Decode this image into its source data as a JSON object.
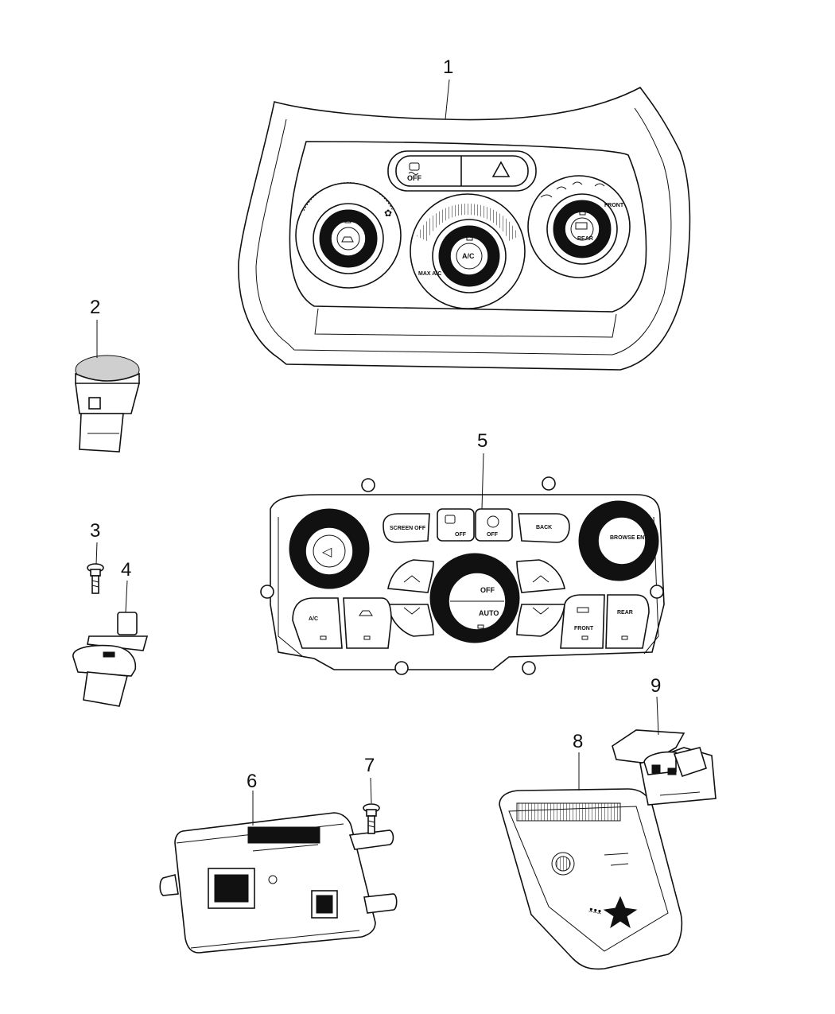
{
  "callouts": {
    "c1": "1",
    "c2": "2",
    "c3": "3",
    "c4": "4",
    "c5": "5",
    "c6": "6",
    "c7": "7",
    "c8": "8",
    "c9": "9"
  },
  "part1_labels": {
    "off": "OFF",
    "ac": "A/C",
    "max_ac": "MAX A/C",
    "front": "FRONT",
    "rear": "REAR"
  },
  "part5_labels": {
    "screen_off": "SCREEN OFF",
    "off_left": "OFF",
    "off_right": "OFF",
    "back": "BACK",
    "browse_enter": "BROWSE ENTER",
    "ac": "A/C",
    "off_center": "OFF",
    "auto": "AUTO",
    "front": "FRONT",
    "rear": "REAR"
  },
  "icons": {
    "hazard": "hazard-triangle-icon",
    "traction": "traction-control-icon",
    "fan": "fan-icon",
    "recirc": "recirculation-icon",
    "defrost": "defrost-icon",
    "volume": "volume-icon",
    "stop_start": "auto-stop-start-icon",
    "brand": "brand-logo-icon"
  }
}
